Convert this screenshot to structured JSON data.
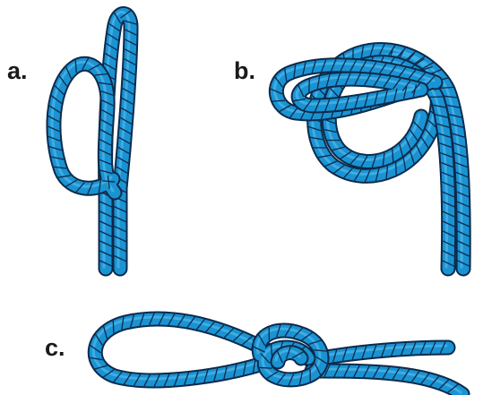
{
  "labels": {
    "a": "a.",
    "b": "b.",
    "c": "c."
  },
  "colors": {
    "rope": "#1a93d3",
    "rope_light": "#5cc3f0",
    "outline": "#0d2a4a",
    "label": "#1a1a1a",
    "background": "#ffffff"
  }
}
